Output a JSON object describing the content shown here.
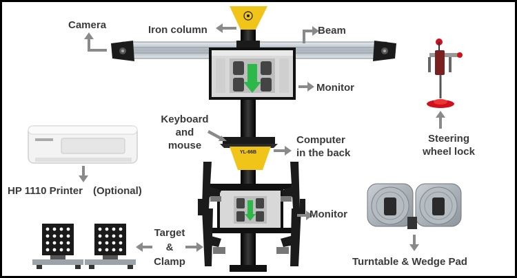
{
  "labels": {
    "camera": "Camera",
    "iron_column": "Iron column",
    "beam": "Beam",
    "monitor_top": "Monitor",
    "keyboard_l1": "Keyboard",
    "keyboard_l2": "and",
    "keyboard_l3": "mouse",
    "computer_l1": "Computer",
    "computer_l2": "in the back",
    "steering_l1": "Steering",
    "steering_l2": "wheel lock",
    "printer": "HP 1110 Printer　(Optional)",
    "monitor_bottom": "Monitor",
    "target_l1": "Target",
    "target_l2": "&",
    "target_l3": "Clamp",
    "turntable": "Turntable & Wedge Pad",
    "computer_badge": "YL-66B"
  },
  "colors": {
    "column": "#1a1a1a",
    "accent_yellow": "#f0c419",
    "beam_silver": "#b9c2c9",
    "arrow_gray": "#8a8a8a",
    "screen_green": "#2db84a",
    "lock_red": "#d0101c"
  }
}
